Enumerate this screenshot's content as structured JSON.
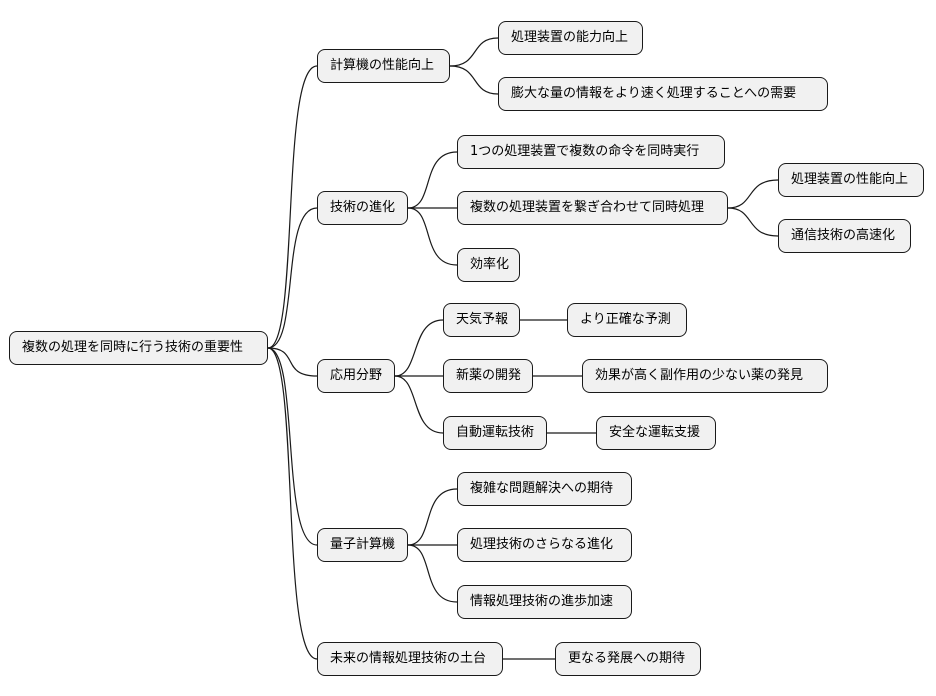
{
  "mindmap": {
    "root": "複数の処理を同時に行う技術の重要性",
    "branches": [
      {
        "label": "計算機の性能向上",
        "children": [
          {
            "label": "処理装置の能力向上"
          },
          {
            "label": "膨大な量の情報をより速く処理することへの需要"
          }
        ]
      },
      {
        "label": "技術の進化",
        "children": [
          {
            "label": "1つの処理装置で複数の命令を同時実行"
          },
          {
            "label": "複数の処理装置を繋ぎ合わせて同時処理",
            "children": [
              {
                "label": "処理装置の性能向上"
              },
              {
                "label": "通信技術の高速化"
              }
            ]
          },
          {
            "label": "効率化"
          }
        ]
      },
      {
        "label": "応用分野",
        "children": [
          {
            "label": "天気予報",
            "children": [
              {
                "label": "より正確な予測"
              }
            ]
          },
          {
            "label": "新薬の開発",
            "children": [
              {
                "label": "効果が高く副作用の少ない薬の発見"
              }
            ]
          },
          {
            "label": "自動運転技術",
            "children": [
              {
                "label": "安全な運転支援"
              }
            ]
          }
        ]
      },
      {
        "label": "量子計算機",
        "children": [
          {
            "label": "複雑な問題解決への期待"
          },
          {
            "label": "処理技術のさらなる進化"
          },
          {
            "label": "情報処理技術の進歩加速"
          }
        ]
      },
      {
        "label": "未来の情報処理技術の土台",
        "children": [
          {
            "label": "更なる発展への期待"
          }
        ]
      }
    ]
  },
  "colors": {
    "node_fill": "#f1f1f1",
    "node_border": "#1a1a1a",
    "edge": "#1a1a1a"
  }
}
